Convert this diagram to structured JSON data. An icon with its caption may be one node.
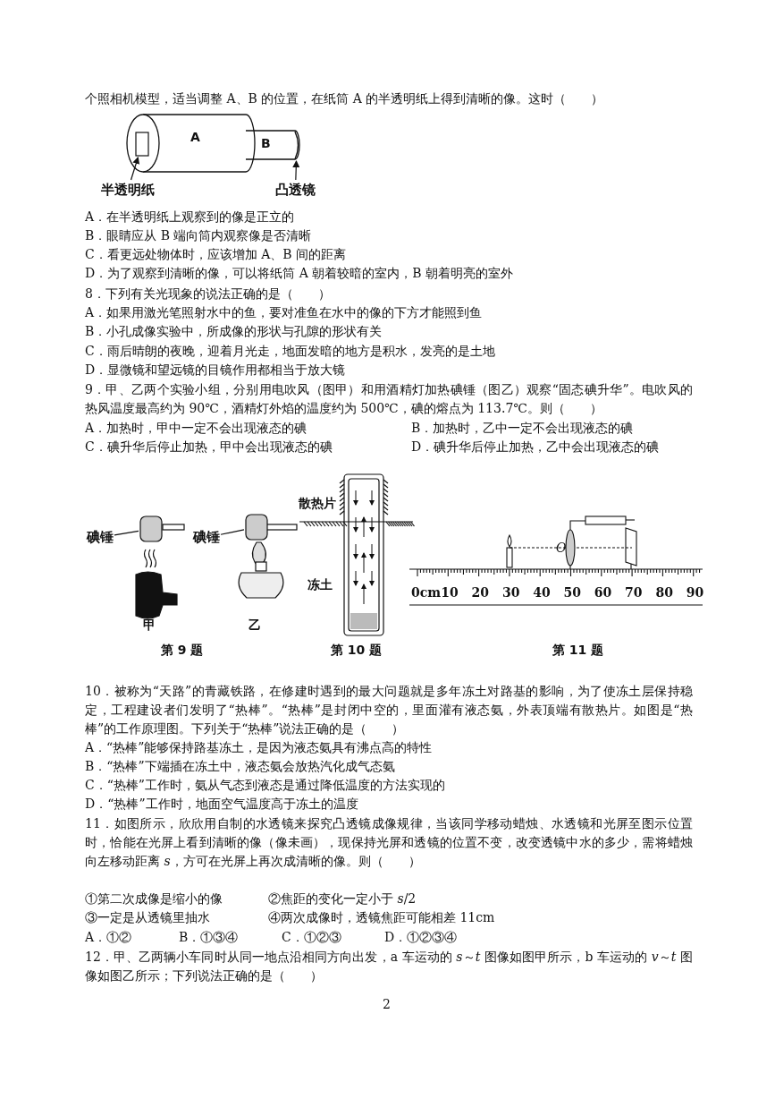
{
  "diagram": {
    "nodes": [
      {
        "text": [
          "半透明纸"
        ]
      },
      {
        "text": [],
        "shape": "box"
      },
      {
        "text": [
          "凸透镜"
        ]
      },
      {
        "text": [],
        "shape": "picture"
      },
      {
        "text": [
          "碘锤"
        ]
      },
      {
        "text": [],
        "shape": "box"
      },
      {
        "text": [
          "碘锤"
        ]
      },
      {
        "text": [],
        "shape": "box"
      }
    ],
    "edges": [
      {
        "from": 0,
        "to": 1,
        "arrow": "to"
      },
      {
        "from": 2,
        "to": 3,
        "arrow": "to"
      },
      {
        "from": 4,
        "to": 5,
        "arrow": "none"
      },
      {
        "from": 6,
        "to": 7,
        "arrow": "none"
      }
    ],
    "labels": [
      "个照相机模型，适当调整 A、B 的位置，在纸筒 A 的半透明纸上得到清晰的像。这时（　　）",
      "A",
      "B",
      "A．在半透明纸上观察到的像是正立的",
      "B．眼睛应从 B 端向筒内观察像是否清晰",
      "C．看更远处物体时，应该增加 A、B 间的距离",
      "D．为了观察到清晰的像，可以将纸筒 A 朝着较暗的室内，B 朝着明亮的室外",
      "8．下列有关光现象的说法正确的是（　　）",
      "A．如果用激光笔照射水中的鱼，要对准鱼在水中的像的下方才能照到鱼",
      "B．小孔成像实验中，所成像的形状与孔隙的形状有关",
      "C．雨后晴朗的夜晚，迎着月光走，地面发暗的地方是积水，发亮的是土地",
      "D．显微镜和望远镜的目镜作用都相当于放大镜",
      "9．甲、乙两个实验小组，分别用电吹风（图甲）和用酒精灯加热碘锤（图乙）观察“固态碘升华”。电吹风的热风温度最高约为 90℃，酒精灯外焰的温度约为 500℃，碘的熔点为 113.7℃。则（　　）",
      "A．加热时，甲中一定不会出现液态的碘",
      "B．加热时，乙中一定不会出现液态的碘",
      "C．碘升华后停止加热，甲中会出现液态的碘",
      "D．碘升华后停止加热，乙中会出现液态的碘",
      "甲",
      "乙",
      "散热片",
      "冻土",
      "O",
      "0cm",
      "10",
      "20",
      "30",
      "40",
      "50",
      "60",
      "70",
      "80",
      "90",
      "第 9 题",
      "第 10 题",
      "第 11 题",
      "10．被称为“天路”的青藏铁路，在修建时遇到的最大问题就是多年冻土对路基的影响，为了使冻土层保持稳定，工程建设者们发明了“热棒”。“热棒”是封闭中空的，里面灌有液态氨，外表顶端有散热片。如图是“热棒”的工作原理图。下列关于“热棒”说法正确的是（　　）",
      "A．“热棒”能够保持路基冻土，是因为液态氨具有沸点高的特性",
      "B．“热棒”下端插在冻土中，液态氨会放热汽化成气态氨",
      "C．“热棒”工作时，氨从气态到液态是通过降低温度的方法实现的",
      "D．“热棒”工作时，地面空气温度高于冻土的温度",
      "11．如图所示，欣欣用自制的水透镜来探究凸透镜成像规律，当该同学移动蜡烛、水透镜和光屏至图示位置时，恰能在光屏上看到清晰的像（像未画），现保持光屏和透镜的位置不变，改变透镜中水的多少，需将蜡烛向左移动距离 *s*，方可在光屏上再次成清晰的像。则（　　）",
      "①第二次成像是缩小的像",
      "②焦距的变化一定小于 *s*/2",
      "③一定是从透镜里抽水",
      "④两次成像时，透镜焦距可能相差 11cm",
      "A．①②",
      "B．①③④",
      "C．①②③",
      "D．①②③④",
      "12．甲、乙两辆小车同时从同一地点沿相同方向出发，a 车运动的 *s*～*t* 图像如图甲所示，b 车运动的 *v*～*t* 图像如图乙所示；下列说法正确的是（　　）",
      "2"
    ]
  }
}
